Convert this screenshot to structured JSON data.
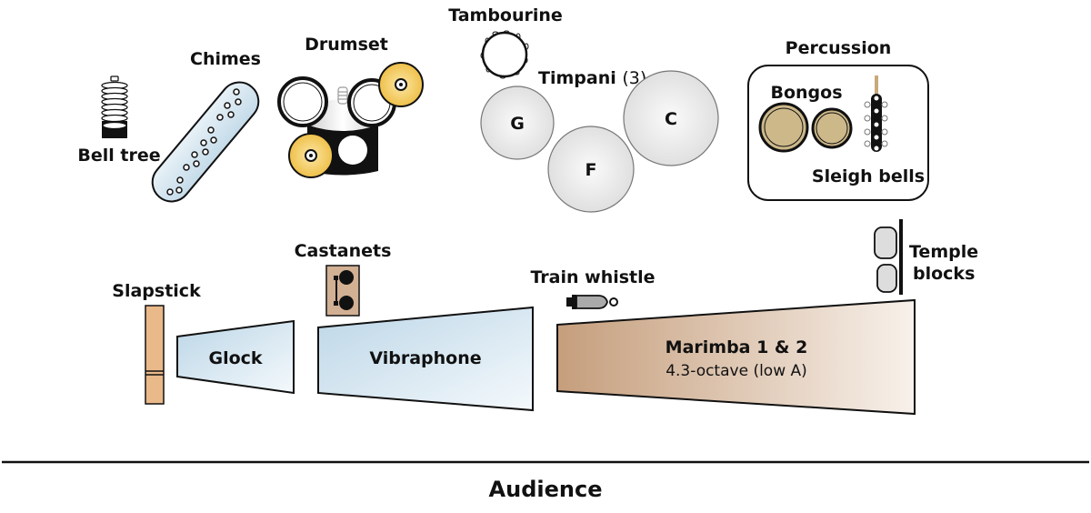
{
  "diagram": {
    "type": "stage-layout",
    "audience_label": "Audience",
    "instruments": {
      "bell_tree": {
        "label": "Bell tree"
      },
      "chimes": {
        "label": "Chimes"
      },
      "drumset": {
        "label": "Drumset"
      },
      "tambourine": {
        "label": "Tambourine"
      },
      "timpani": {
        "label": "Timpani",
        "count_note": "(3)",
        "drums": [
          {
            "pitch": "G"
          },
          {
            "pitch": "F"
          },
          {
            "pitch": "C"
          }
        ]
      },
      "percussion": {
        "label": "Percussion",
        "bongos": {
          "label": "Bongos"
        },
        "sleigh_bells": {
          "label": "Sleigh bells"
        }
      },
      "slapstick": {
        "label": "Slapstick"
      },
      "glock": {
        "label": "Glock"
      },
      "castanets": {
        "label": "Castanets"
      },
      "vibraphone": {
        "label": "Vibraphone"
      },
      "train_whistle": {
        "label": "Train whistle"
      },
      "marimba": {
        "label": "Marimba 1 & 2",
        "sublabel": "4.3-octave (low A)"
      },
      "temple_blocks": {
        "label_line1": "Temple",
        "label_line2": "blocks"
      }
    },
    "colors": {
      "mallet_blue": "#c9dfec",
      "marimba_brown": "#c9a383",
      "wood": "#e9b88a",
      "cymbal": "#f2c95a",
      "bongo": "#cdb88a",
      "timpani": "#e6e6e6",
      "outline": "#111111"
    }
  }
}
